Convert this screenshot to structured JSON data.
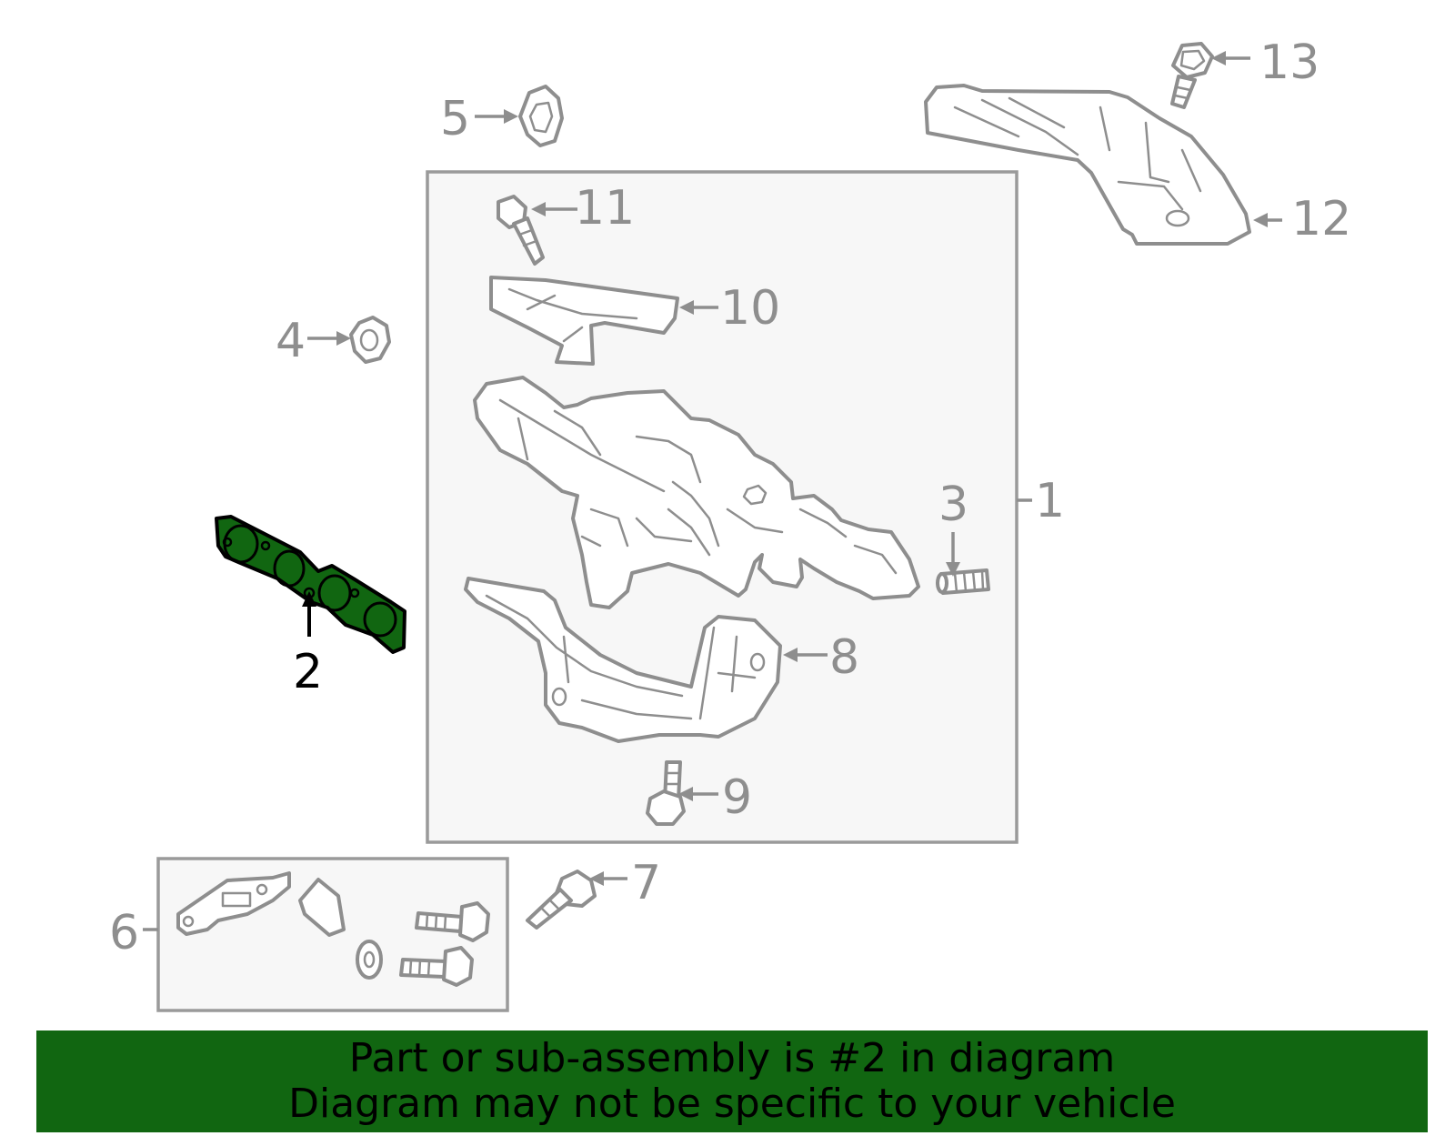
{
  "diagram": {
    "highlighted_part": "2",
    "highlight_color": "#116611",
    "line_color": "#8e8e8e",
    "callouts": {
      "c1": "1",
      "c2": "2",
      "c3": "3",
      "c4": "4",
      "c5": "5",
      "c6": "6",
      "c7": "7",
      "c8": "8",
      "c9": "9",
      "c10": "10",
      "c11": "11",
      "c12": "12",
      "c13": "13"
    }
  },
  "banner": {
    "line1": "Part or sub-assembly is #2 in diagram",
    "line2": "Diagram may not be specific to your vehicle",
    "background": "#116611"
  }
}
